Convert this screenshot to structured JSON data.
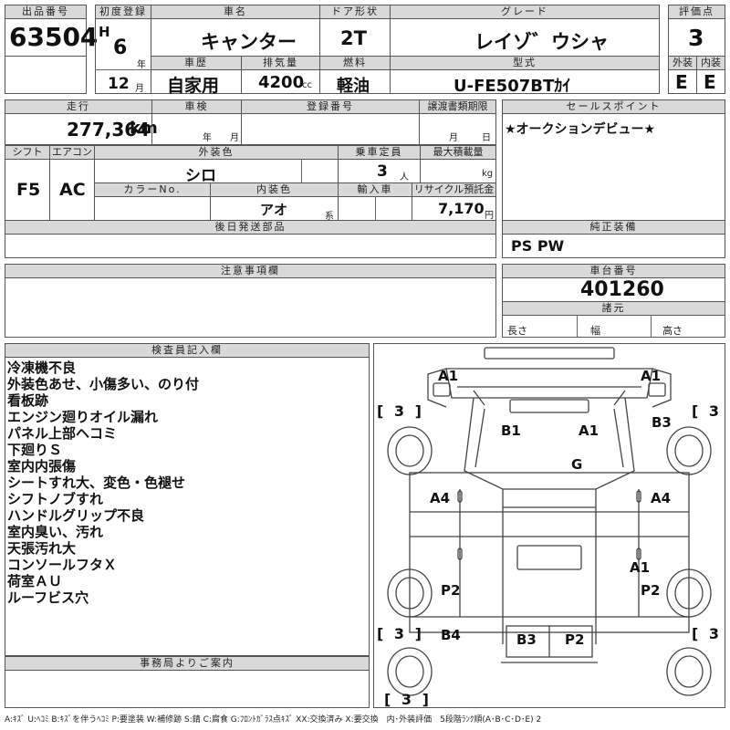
{
  "h": {
    "lot_no": "出品番号",
    "first_reg": "初度登録",
    "model_name": "車名",
    "door": "ドア形状",
    "grade": "グレード",
    "score": "評価点",
    "history": "車歴",
    "displacement": "排気量",
    "fuel": "燃料",
    "model_code": "型式",
    "exterior": "外装",
    "interior": "内装",
    "mileage": "走行",
    "inspection": "車検",
    "reg_no": "登録番号",
    "transfer": "譲渡書類期限",
    "sales_point": "セールスポイント",
    "shift": "シフト",
    "ac": "エアコン",
    "ext_color": "外装色",
    "capacity": "乗車定員",
    "max_load": "最大積載量",
    "color_no": "カラーNo.",
    "int_color": "内装色",
    "import": "輸入車",
    "recycle": "リサイクル預託金",
    "later_parts": "後日発送部品",
    "genuine_equip": "純正装備",
    "caution": "注意事項欄",
    "chassis_no": "車台番号",
    "specs": "諸元",
    "inspector": "検査員記入欄",
    "office": "事務局よりご案内"
  },
  "v": {
    "lot_no": "63504",
    "era": "H",
    "year": "6",
    "year_unit": "年",
    "month": "12",
    "month_unit": "月",
    "model_name": "キャンター",
    "door": "2T",
    "grade": "レイゾ゛ウシャ",
    "score": "3",
    "history": "自家用",
    "displacement": "4200",
    "disp_unit": "cc",
    "fuel": "軽油",
    "model_code": "U-FE507BTｶｲ",
    "exterior": "E",
    "interior": "E",
    "mileage": "277,364",
    "km": "km",
    "insp_year": "年",
    "insp_month": "月",
    "transfer_month": "月",
    "transfer_day": "日",
    "sales_point": "★オークションデビュー★",
    "shift": "F5",
    "ac": "AC",
    "ext_color": "シロ",
    "capacity": "3",
    "person": "人",
    "kg": "kg",
    "int_color": "アオ",
    "kei": "系",
    "recycle": "7,170",
    "yen": "円",
    "genuine_equip": "PS PW",
    "chassis_no": "401260",
    "length": "長さ",
    "width": "幅",
    "height": "高さ"
  },
  "notes": [
    "冷凍機不良",
    "外装色あせ、小傷多い、のり付",
    "看板跡",
    "エンジン廻りオイル漏れ",
    "パネル上部ヘコミ",
    "下廻りＳ",
    "室内内張傷",
    "シートすれ大、変色・色褪せ",
    "シフトノブすれ",
    "ハンドルグリップ不良",
    "室内臭い、汚れ",
    "天張汚れ大",
    "コンソールフタＸ",
    "荷室ＡＵ",
    "ルーフビス穴"
  ],
  "diagram": {
    "marks": [
      "A1",
      "A1",
      "B1",
      "A1",
      "B3",
      "G",
      "A4",
      "A4",
      "A1",
      "P2",
      "P2",
      "B4",
      "B3",
      "P2"
    ],
    "tire_brackets": [
      "[ 3 ]",
      "[ 3 ]",
      "[ 3 ]",
      "[ 3 ]",
      "[ 3 ]"
    ]
  },
  "legend": "A:ｷｽﾞ U:ﾍｺﾐ B:ｷｽﾞを伴うﾍｺﾐ P:要塗装 W:補修跡 S:錆 C:腐食 G:ﾌﾛﾝﾄｶﾞﾗｽ点ｷｽﾞ XX:交換済み X:要交換　内･外装評価　5段階ﾗﾝｸ順(A･B･C･D･E) 2"
}
